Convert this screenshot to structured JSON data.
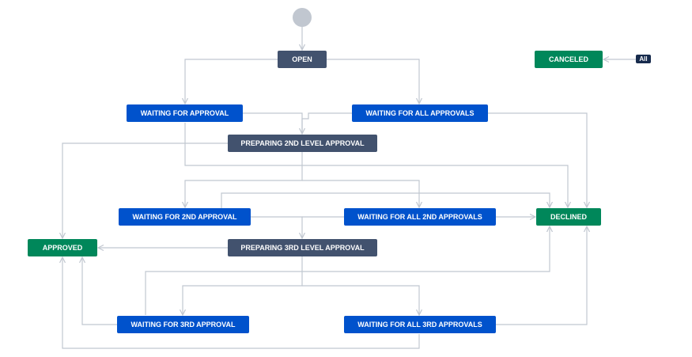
{
  "diagram": {
    "colors": {
      "initial": "#c1c7d0",
      "todo_status": "#42526e",
      "in_progress_status": "#0052cc",
      "done_status": "#00875a",
      "connector": "#c1c7d0"
    },
    "global_transition_label": "All",
    "statuses": {
      "open": "OPEN",
      "canceled": "CANCELED",
      "waiting_for_approval": "WAITING FOR APPROVAL",
      "waiting_for_all_approvals": "WAITING FOR ALL APPROVALS",
      "preparing_2nd_level_approval": "PREPARING 2ND LEVEL APPROVAL",
      "waiting_for_2nd_approval": "WAITING FOR 2ND APPROVAL",
      "waiting_for_all_2nd_approvals": "WAITING FOR ALL 2ND APPROVALS",
      "declined": "DECLINED",
      "approved": "APPROVED",
      "preparing_3rd_level_approval": "PREPARING 3RD LEVEL APPROVAL",
      "waiting_for_3rd_approval": "WAITING FOR 3RD APPROVAL",
      "waiting_for_all_3rd_approvals": "WAITING FOR ALL 3RD APPROVALS"
    }
  }
}
